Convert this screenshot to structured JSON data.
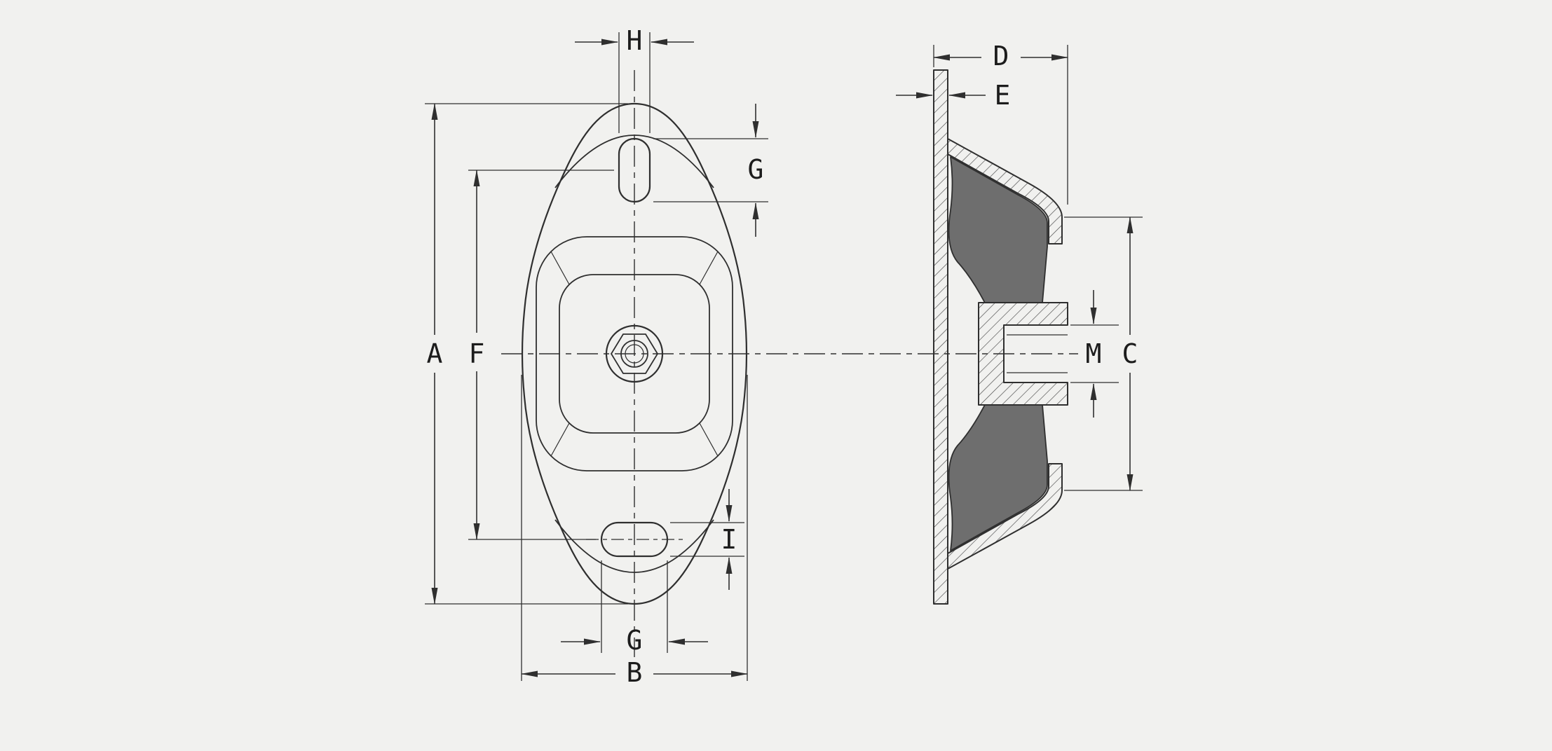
{
  "colors": {
    "background": "#f1f1ef",
    "line": "#2f2f2f",
    "rubber": "#6e6e6e"
  },
  "dimensions": {
    "A": "A",
    "B": "B",
    "C": "C",
    "D": "D",
    "E": "E",
    "F": "F",
    "G_top": "G",
    "G_bottom": "G",
    "H": "H",
    "I": "I",
    "M": "M"
  }
}
